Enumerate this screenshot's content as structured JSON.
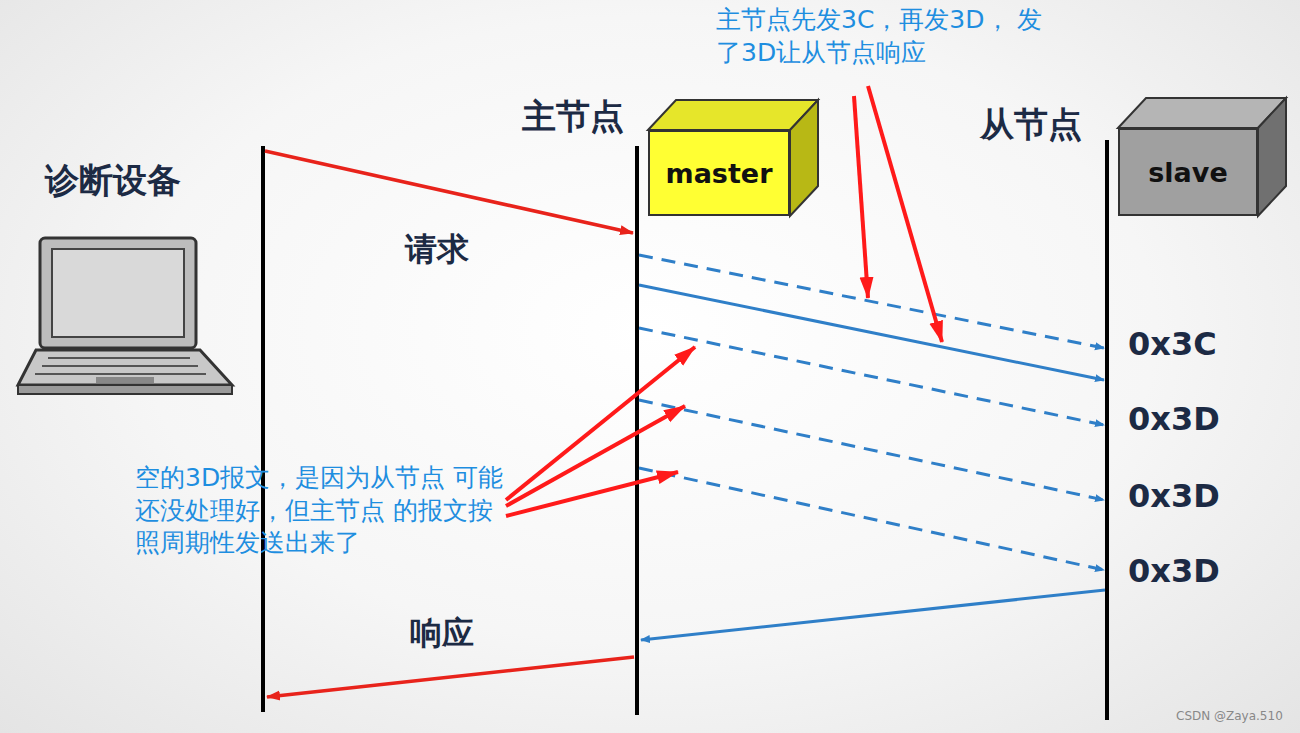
{
  "diagram": {
    "nodes": [
      {
        "text": [
          "主节点",
          "master"
        ]
      },
      {
        "text": [
          "从节点",
          "slave"
        ]
      }
    ],
    "labels": [
      "诊断设备",
      "请求",
      "0x3C",
      "0x3D",
      "0x3D",
      "0x3D",
      "响应",
      "主节点先发3C，再发3D， 发了3D让从节点响应",
      "空的3D报文，是因为从节点 可能还没处理好，但主节点 的报文按照周期性发送出来了",
      "CSDN @Zaya.510"
    ]
  }
}
